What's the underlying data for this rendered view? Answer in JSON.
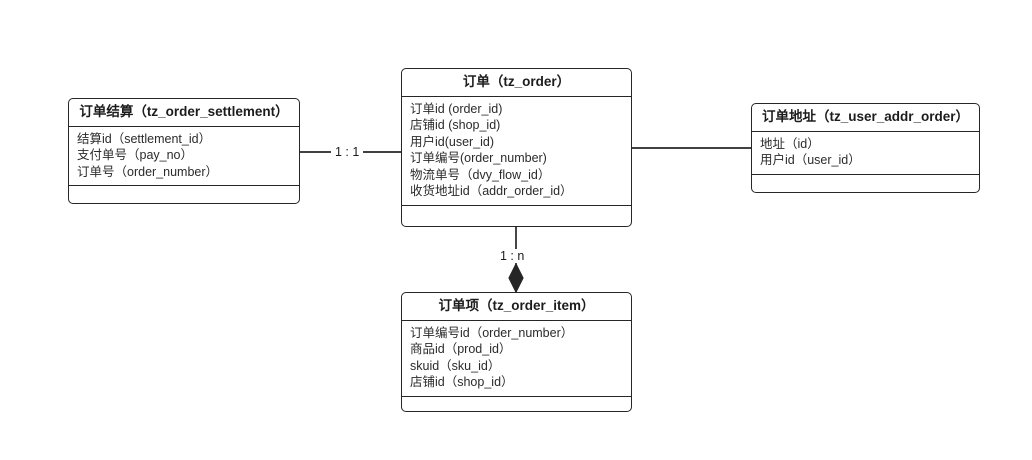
{
  "diagram": {
    "type": "er-diagram",
    "background": "#ffffff",
    "line_color": "#262626",
    "text_color": "#1c1c1c"
  },
  "entities": [
    {
      "key": "order_settlement",
      "title": "订单结算（tz_order_settlement）",
      "attributes": [
        "结算id（settlement_id）",
        "支付单号（pay_no）",
        "订单号（order_number）"
      ]
    },
    {
      "key": "order",
      "title": "订单（tz_order）",
      "attributes": [
        "订单id (order_id)",
        "店铺id (shop_id)",
        "用户id(user_id)",
        "订单编号(order_number)",
        "物流单号（dvy_flow_id）",
        "收货地址id（addr_order_id）"
      ]
    },
    {
      "key": "user_addr_order",
      "title": "订单地址（tz_user_addr_order）",
      "attributes": [
        "地址（id）",
        "用户id（user_id）"
      ]
    },
    {
      "key": "order_item",
      "title": "订单项（tz_order_item）",
      "attributes": [
        "订单编号id（order_number）",
        "商品id（prod_id）",
        "skuid（sku_id）",
        "店铺id（shop_id）"
      ]
    }
  ],
  "relations": [
    {
      "key": "settlement_to_order",
      "label": "1 : 1",
      "from": "order_settlement",
      "to": "order",
      "marker": "none"
    },
    {
      "key": "order_to_addr",
      "label": "",
      "from": "order",
      "to": "user_addr_order",
      "marker": "none"
    },
    {
      "key": "order_to_item",
      "label": "1 : n",
      "from": "order",
      "to": "order_item",
      "marker": "filled-diamond"
    }
  ]
}
